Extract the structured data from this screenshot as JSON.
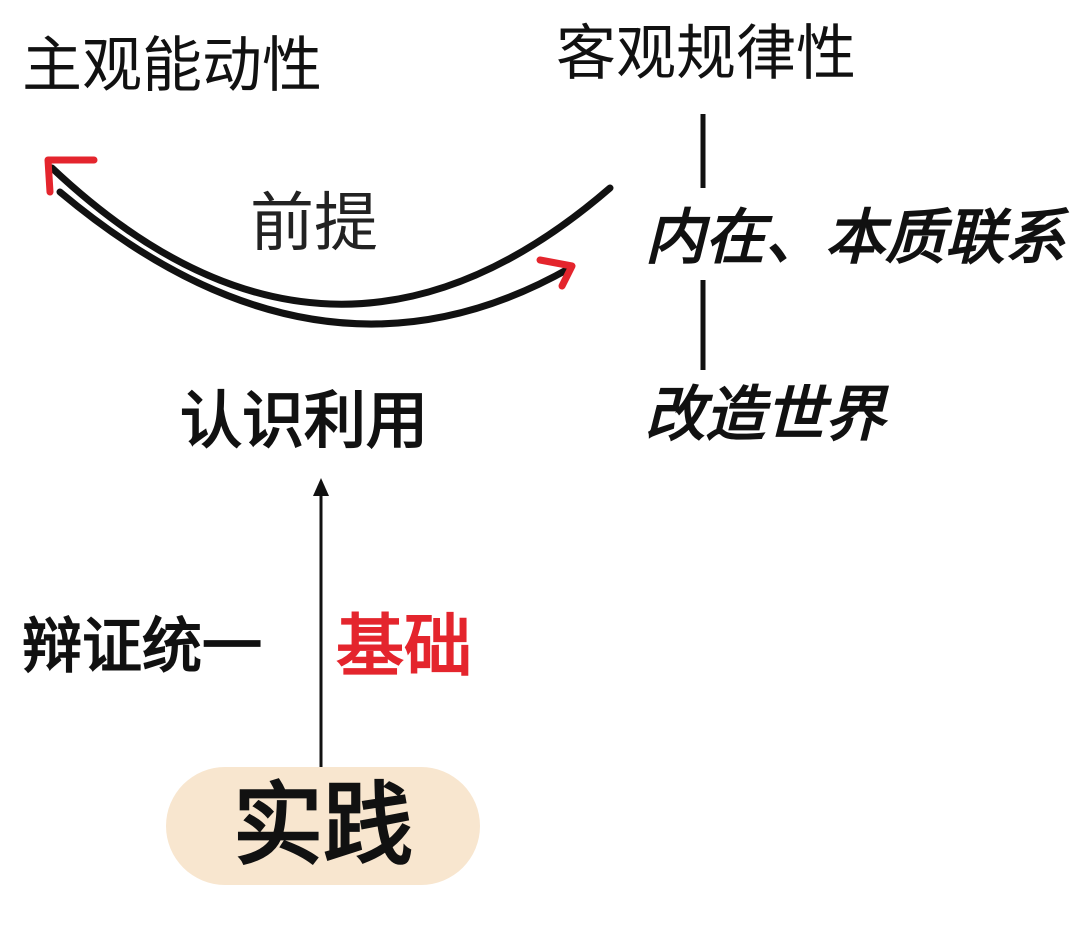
{
  "diagram": {
    "labels": {
      "subjective_initiative": "主观能动性",
      "objective_law": "客观规律性",
      "premise": "前提",
      "internal_essential_connection": "内在、本质联系",
      "transform_world": "改造世界",
      "understand_and_use": "认识利用",
      "dialectical_unity": "辩证统一",
      "basis": "基础",
      "practice": "实践"
    },
    "colors": {
      "text": "#111111",
      "accent_red": "#e4252d",
      "practice_pill": "#f8e6cf",
      "line": "#111111"
    }
  }
}
